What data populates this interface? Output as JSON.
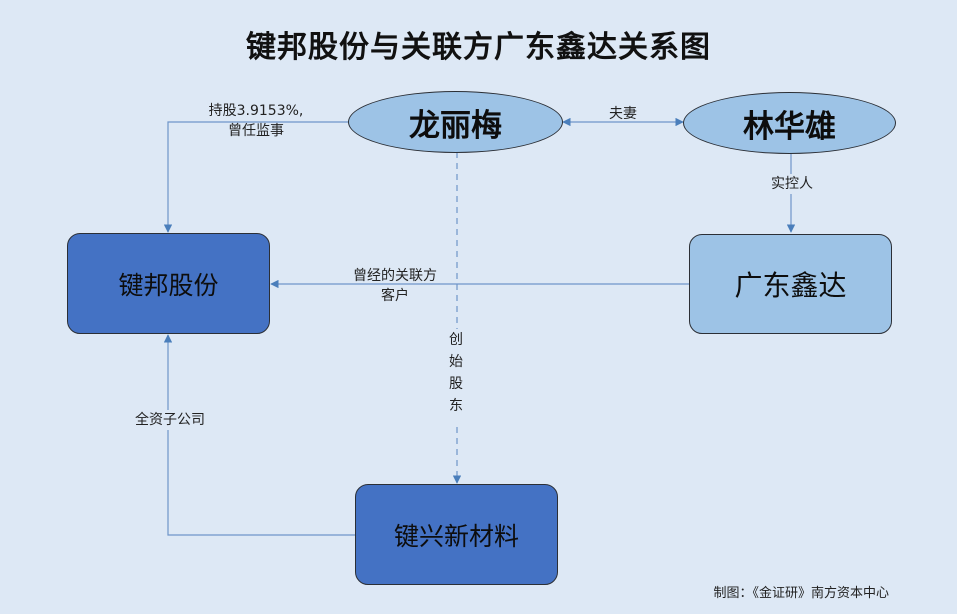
{
  "title": "键邦股份与关联方广东鑫达关系图",
  "nodes": {
    "long_limei": "龙丽梅",
    "lin_huaxiong": "林华雄",
    "jianbang": "键邦股份",
    "guangdong_xinda": "广东鑫达",
    "jianxing": "键兴新材料"
  },
  "edges": {
    "holding_line1": "持股3.9153%,",
    "holding_line2": "曾任监事",
    "spouse": "夫妻",
    "controller": "实控人",
    "former_client_line1": "曾经的关联方",
    "former_client_line2": "客户",
    "founder": "创始股东",
    "subsidiary": "全资子公司"
  },
  "credit": "制图：《金证研》南方资本中心",
  "colors": {
    "background": "#dde8f5",
    "light_fill": "#9dc3e6",
    "dark_fill": "#4472c4",
    "connector": "#4a7ebb"
  }
}
